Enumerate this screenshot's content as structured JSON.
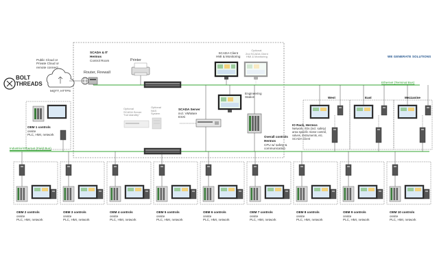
{
  "brand": {
    "name_line1": "BOLT",
    "name_line2": "THREADS",
    "tagline": "WE GENERATE SOLUTIONS"
  },
  "cloud": {
    "caption": "Public Cloud or\nPrivate Cloud or\nremote connect",
    "protocols": "MQTT, HTTPS"
  },
  "control_room": {
    "title": "SCADA & IT",
    "vendor": "Hermos",
    "subtitle": "Control Room"
  },
  "printer": {
    "label": "Printer"
  },
  "router": {
    "label": "Router, Firewall"
  },
  "scada_client": {
    "label": "SCADA Client\nHMI & Monitoring"
  },
  "scada_client_optional": {
    "label": "Optional:\n2nd SCADA Client\nHMI & Monitoring"
  },
  "engineering": {
    "label": "Engineering\nStation"
  },
  "optional_scada_server": {
    "label": "Optional\nSCADA Server\n\"hot standby\""
  },
  "optional_nas": {
    "label": "Optional\nNAS\nSystem"
  },
  "scada_server": {
    "title": "SCADA Server",
    "detail": "incl. VMWare\nESXi"
  },
  "overall_controls": {
    "title": "Overall controls",
    "vendor": "Hermos",
    "detail": "CPU w/ safety &\ncommunication"
  },
  "networks": {
    "terminal_bus": "Ethernet (Terminal Bus)",
    "field_bus": "Industrial Ethernet (Field Bus)"
  },
  "io_rack": {
    "title": "IO Rack, Hermos",
    "detail": "Network, I/Os (incl. safety)\narea specific motor control,\nvalves, instruments, etc.\nSCADA Client"
  },
  "areas": [
    "West",
    "East",
    "Mezzanine"
  ],
  "oem_top": {
    "title": "OEM 1 controls",
    "detail": "onsite\nPLC, HMI, network"
  },
  "oem_units": [
    {
      "title": "OEM 2 controls",
      "detail": "onsite\nPLC, HMI, network"
    },
    {
      "title": "OEM 3 controls",
      "detail": "onsite\nPLC, HMI, network"
    },
    {
      "title": "OEM 4 controls",
      "detail": "onsite\nPLC, HMI, network"
    },
    {
      "title": "OEM 5 controls",
      "detail": "onsite\nPLC, HMI, network"
    },
    {
      "title": "OEM 6 controls",
      "detail": "onsite\nPLC, HMI, network"
    },
    {
      "title": "OEM 7 controls",
      "detail": "onsite\nPLC, HMI, network"
    },
    {
      "title": "OEM 8 controls",
      "detail": "onsite\nPLC, HMI, network"
    },
    {
      "title": "OEM 9 controls",
      "detail": "onsite\nPLC, HMI, network"
    },
    {
      "title": "OEM 10 controls",
      "detail": "onsite\nPLC, HMI, network"
    }
  ],
  "colors": {
    "network_line": "#33a532",
    "device_line": "#444444",
    "dash_border": "#555555",
    "brand_blue": "#1b4f8a"
  }
}
